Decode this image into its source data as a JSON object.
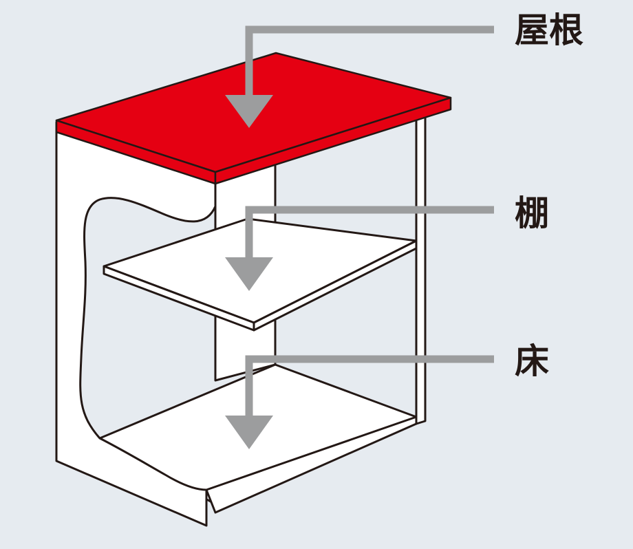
{
  "labels": {
    "roof": "屋根",
    "shelf": "棚",
    "floor": "床"
  },
  "colors": {
    "background": "#e6ebf0",
    "roof": "#e50012",
    "arrow": "#9c9d9e",
    "outline": "#231815",
    "panel": "#ffffff"
  }
}
